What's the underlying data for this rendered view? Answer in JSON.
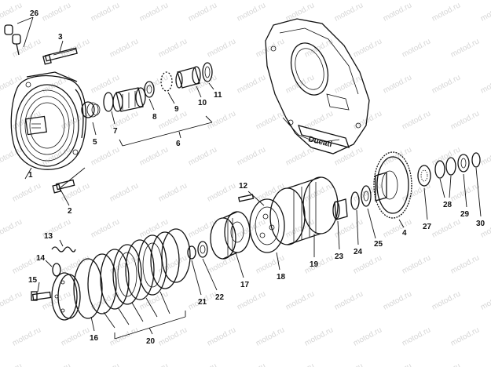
{
  "watermark": "motod.ru",
  "cover_logo": "Ducati",
  "callouts": [
    "1",
    "2",
    "3",
    "4",
    "5",
    "6",
    "7",
    "8",
    "9",
    "10",
    "11",
    "12",
    "13",
    "14",
    "15",
    "16",
    "17",
    "18",
    "19",
    "20",
    "21",
    "22",
    "23",
    "24",
    "25",
    "26",
    "27",
    "28",
    "29",
    "30"
  ]
}
